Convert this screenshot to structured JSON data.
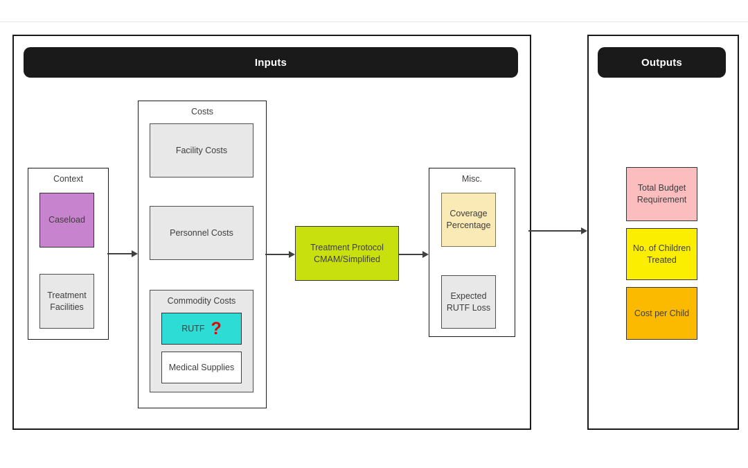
{
  "colors": {
    "header_bg": "#1a1a1a",
    "caseload": "#c883ce",
    "gray_box": "#e8e8e8",
    "rutf": "#2edcd6",
    "protocol": "#c9e00f",
    "coverage": "#faeab5",
    "total_budget": "#fcbdbe",
    "children_treated": "#fbee00",
    "cost_per_child": "#fbba00",
    "question_mark": "#e60000"
  },
  "inputs": {
    "header": "Inputs",
    "context": {
      "label": "Context",
      "caseload": "Caseload",
      "treatment_facilities": "Treatment Facilities"
    },
    "costs": {
      "label": "Costs",
      "facility_costs": "Facility Costs",
      "personnel_costs": "Personnel Costs",
      "commodity": {
        "label": "Commodity Costs",
        "rutf": "RUTF",
        "rutf_flag": "?",
        "medical_supplies": "Medical Supplies"
      }
    },
    "treatment_protocol": "Treatment Protocol\nCMAM/Simplified",
    "misc": {
      "label": "Misc.",
      "coverage_percentage": "Coverage Percentage",
      "expected_rutf_loss": "Expected RUTF Loss"
    }
  },
  "outputs": {
    "header": "Outputs",
    "total_budget_requirement": "Total Budget Requirement",
    "no_of_children_treated": "No. of Children Treated",
    "cost_per_child": "Cost per Child"
  }
}
